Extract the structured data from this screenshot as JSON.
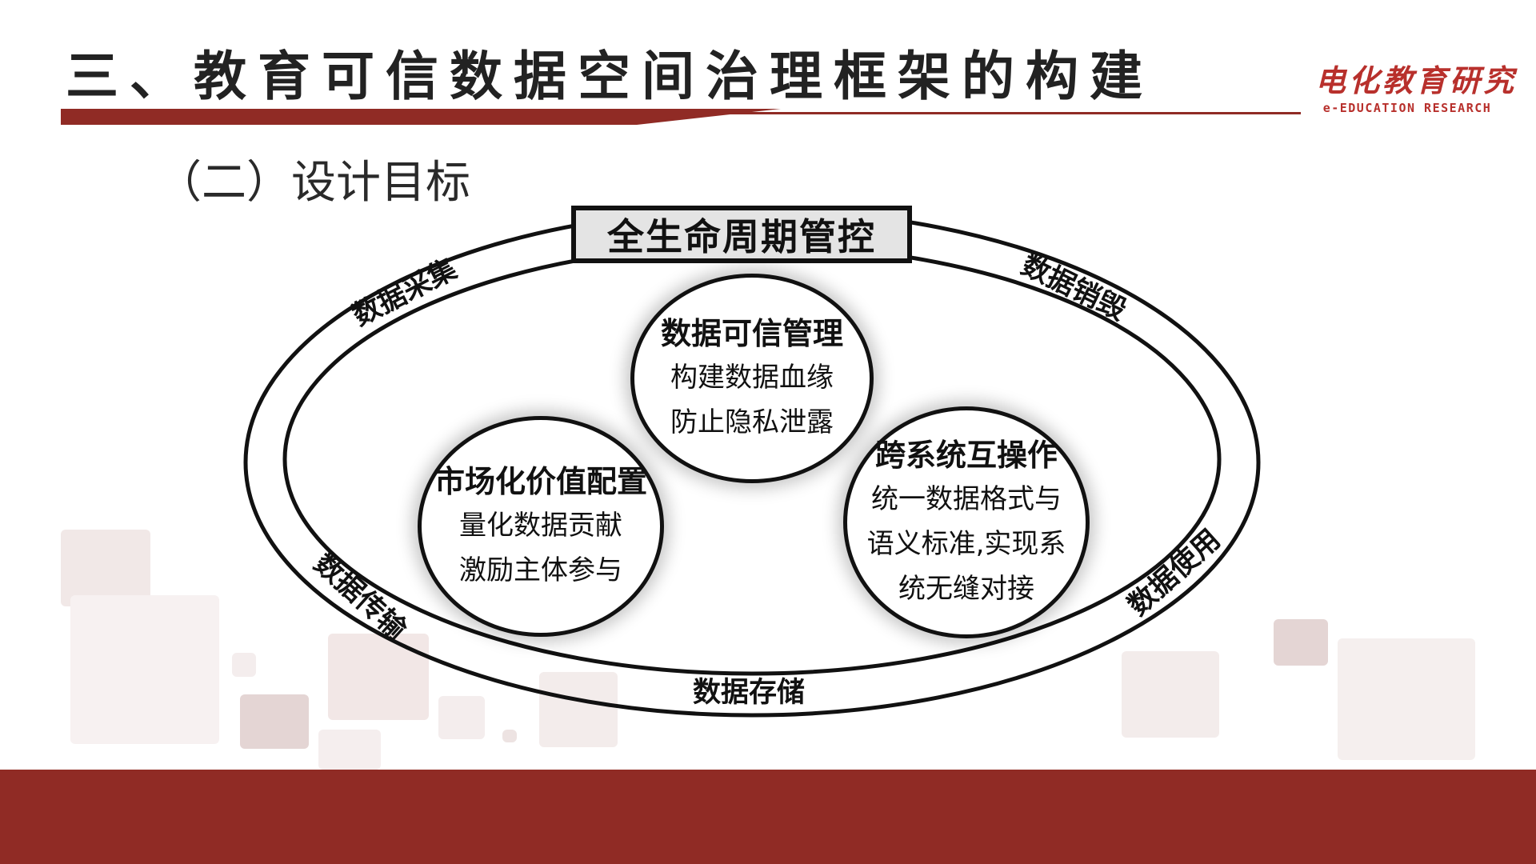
{
  "header": {
    "title": "三、教育可信数据空间治理框架的构建",
    "logo_cn": "电化教育研究",
    "logo_en": "e-EDUCATION RESEARCH"
  },
  "subtitle": "（二）设计目标",
  "diagram": {
    "center_box": "全生命周期管控",
    "ring_labels": {
      "collection": "数据采集",
      "destruction": "数据销毁",
      "transmission": "数据传输",
      "usage": "数据使用",
      "storage": "数据存储"
    },
    "circles": {
      "trusted_management": {
        "title": "数据可信管理",
        "lines": [
          "构建数据血缘",
          "防止隐私泄露"
        ]
      },
      "market_allocation": {
        "title": "市场化价值配置",
        "lines": [
          "量化数据贡献",
          "激励主体参与"
        ]
      },
      "interoperability": {
        "title": "跨系统互操作",
        "lines": [
          "统一数据格式与",
          "语义标准,实现系",
          "统无缝对接"
        ]
      }
    }
  },
  "colors": {
    "brand_red": "#902b25",
    "logo_red": "#b8302c",
    "text": "#111111",
    "box_fill": "#e4e4e4"
  }
}
